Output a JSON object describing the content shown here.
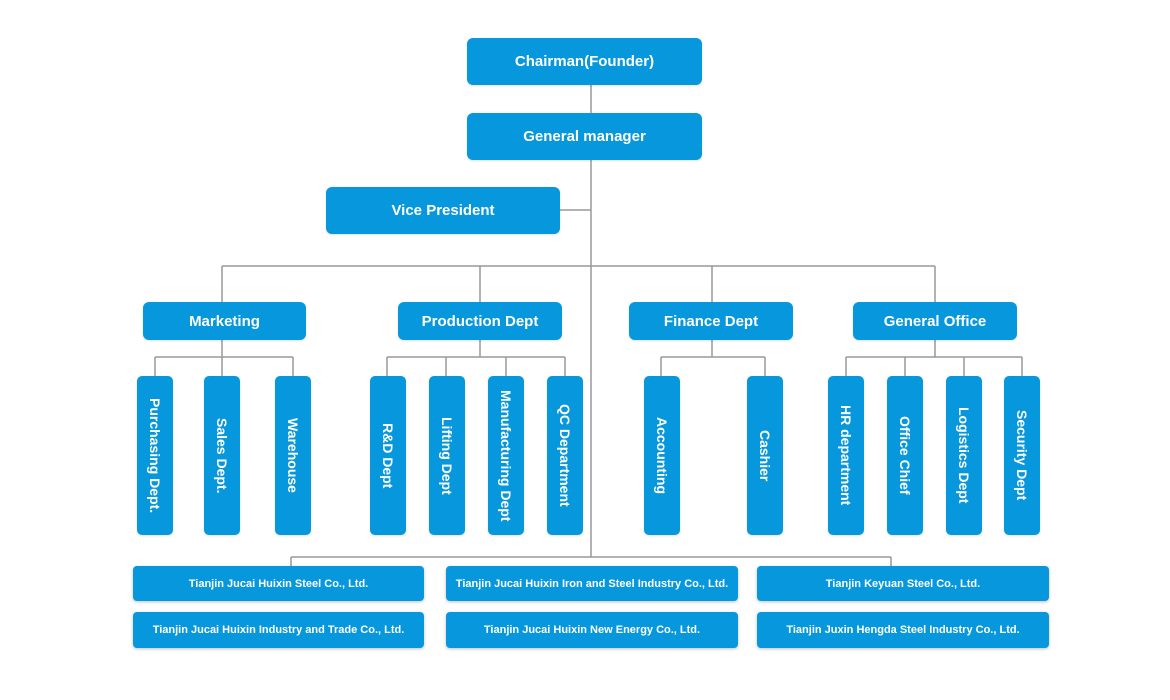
{
  "colors": {
    "node": "#0797dc",
    "text": "#ffffff",
    "connector": "#999999"
  },
  "top": {
    "chairman": "Chairman(Founder)",
    "general_manager": "General manager",
    "vice_president": "Vice President"
  },
  "departments": {
    "marketing": {
      "label": "Marketing",
      "units": [
        "Purchasing Dept.",
        "Sales Dept.",
        "Warehouse"
      ]
    },
    "production": {
      "label": "Production Dept",
      "units": [
        "R&D Dept",
        "Lifting Dept",
        "Manufacturing Dept",
        "QC Department"
      ]
    },
    "finance": {
      "label": "Finance Dept",
      "units": [
        "Accounting",
        "Cashier"
      ]
    },
    "general_office": {
      "label": "General Office",
      "units": [
        "HR department",
        "Office Chief",
        "Logistics Dept",
        "Security Dept"
      ]
    }
  },
  "companies": [
    "Tianjin Jucai Huixin Steel Co., Ltd.",
    "Tianjin Jucai Huixin Iron and Steel Industry Co., Ltd.",
    "Tianjin Keyuan Steel Co., Ltd.",
    "Tianjin Jucai Huixin Industry and Trade Co., Ltd.",
    "Tianjin Jucai Huixin New Energy Co., Ltd.",
    "Tianjin Juxin Hengda Steel Industry Co., Ltd."
  ]
}
